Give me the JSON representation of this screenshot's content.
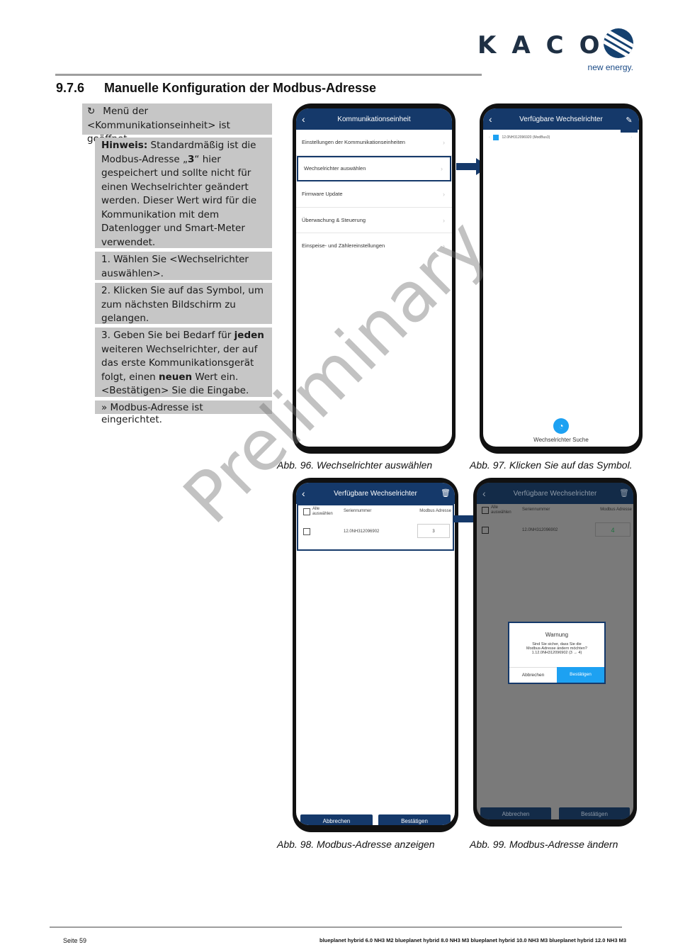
{
  "logo": {
    "brand": "KACO",
    "tagline": "new energy."
  },
  "section": {
    "number": "9.7.6",
    "title": "Manuelle Konfiguration der Modbus-Adresse"
  },
  "steps": {
    "precondition_line1": "Menü der",
    "precondition_line2": "<Kommunikationseinheit> ist geöffnet.",
    "note": {
      "label": "Hinweis:",
      "l1": " Standardmäßig ist die",
      "l2a": "Modbus-Adresse „",
      "l2b": "3",
      "l2c": "“ hier",
      "l3": "gespeichert und sollte nicht für",
      "l4": "einen Wechselrichter geändert",
      "l5": "werden. Dieser Wert wird für die",
      "l6": "Kommunikation mit dem",
      "l7": "Datenlogger und Smart-Meter",
      "l8": "verwendet."
    },
    "step1": {
      "l1": "1. Wählen Sie <Wechselrichter",
      "l2": "auswählen>."
    },
    "step2": {
      "l1": "2. Klicken Sie auf das Symbol, um",
      "l2": "zum nächsten Bildschirm zu",
      "l3": "gelangen."
    },
    "step3": {
      "l1a": "3. Geben Sie bei Bedarf für ",
      "l1b": "jeden",
      "l2": "weiteren Wechselrichter, der auf",
      "l3": "das erste Kommunikationsgerät",
      "l4a": "folgt, einen ",
      "l4b": "neuen",
      "l4c": " Wert ein.",
      "l5": "<Bestätigen> Sie die Eingabe."
    },
    "result": "» Modbus-Adresse ist eingerichtet."
  },
  "screen96": {
    "title": "Kommunikationseinheit",
    "items": [
      "Einstellungen der Kommunikationseinheiten",
      "Wechselrichter auswählen",
      "Firmware Update",
      "Überwachung & Steuerung",
      "Einspeise- und Zählereinstellungen"
    ],
    "caption": "Abb. 96. Wechselrichter auswählen"
  },
  "screen97": {
    "title": "Verfügbare Wechselrichter",
    "device": "12.0NH312096920 (ModBus3)",
    "search_label": "Wechselrichter Suche",
    "caption": "Abb. 97. Klicken Sie auf das Symbol."
  },
  "screen98": {
    "title": "Verfügbare Wechselrichter",
    "col_all_1": "Alle",
    "col_all_2": "auswählen",
    "col_serial": "Seriennummer",
    "col_modbus": "Modbus Adresse",
    "row_serial": "12.0NH312096902",
    "row_modbus": "3",
    "btn_cancel": "Abbrechen",
    "btn_confirm": "Bestätigen",
    "caption": "Abb. 98. Modbus-Adresse anzeigen"
  },
  "screen99": {
    "title": "Verfügbare Wechselrichter",
    "col_all_1": "Alle",
    "col_all_2": "auswählen",
    "col_serial": "Seriennummer",
    "col_modbus": "Modbus Adresse",
    "row_serial": "12.0NH312096902",
    "row_modbus": "4",
    "dialog_title": "Warnung",
    "dialog_l1": "Sind Sie sicher, dass Sie die",
    "dialog_l2": "Modbus-Adresse ändern möchten?",
    "dialog_l3": "1.12.0NH312096902 (3 → 4)",
    "dialog_cancel": "Abbrechen",
    "dialog_confirm": "Bestätigen",
    "btn_cancel": "Abbrechen",
    "btn_confirm": "Bestätigen",
    "caption": "Abb. 99. Modbus-Adresse ändern"
  },
  "watermark": "Preliminary",
  "footer": {
    "page": "Seite 59",
    "models": "blueplanet hybrid 6.0 NH3 M2   blueplanet hybrid 8.0 NH3 M3  blueplanet hybrid 10.0 NH3 M3 blueplanet hybrid 12.0 NH3 M3"
  },
  "colors": {
    "app_bar": "#15396a",
    "accent_blue": "#1da1f2",
    "box_grey": "#c6c6c6",
    "brand": "#1f3044"
  }
}
